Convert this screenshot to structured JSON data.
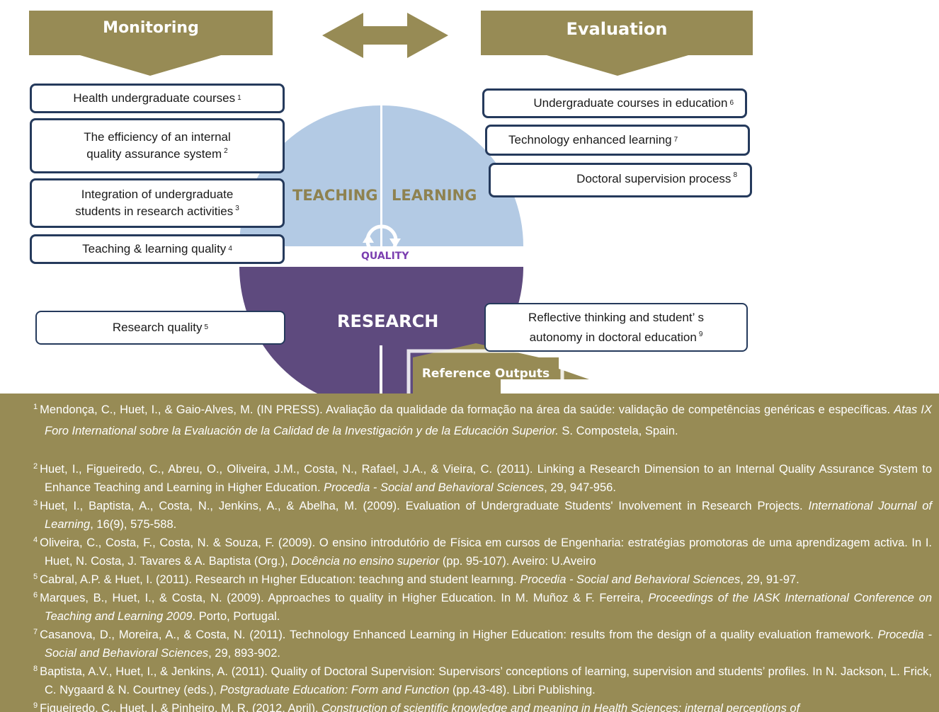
{
  "header": {
    "left_title": "Monitoring",
    "right_title": "Evaluation"
  },
  "circle": {
    "teaching": "TEACHING",
    "learning": "LEARNING",
    "quality": "QUALITY",
    "research": "RESEARCH"
  },
  "monitoring_boxes": [
    {
      "text": "Health undergraduate courses",
      "ref": "1"
    },
    {
      "line1": "The efficiency of an internal",
      "line2": "quality assurance system",
      "ref": "2"
    },
    {
      "line1": "Integration of undergraduate",
      "line2": "students in research activities",
      "ref": "3"
    },
    {
      "text": "Teaching & learning quality",
      "ref": "4"
    },
    {
      "text": "Research quality",
      "ref": "5"
    }
  ],
  "evaluation_boxes": [
    {
      "text": "Undergraduate courses in education",
      "ref": "6"
    },
    {
      "text": "Technology enhanced learning",
      "ref": "7"
    },
    {
      "text": "Doctoral supervision process",
      "ref": "8"
    },
    {
      "line1": "Reflective thinking and student’ s",
      "line2": "autonomy in doctoral education",
      "ref": "9"
    }
  ],
  "reference_outputs_label": "Reference Outputs",
  "references": [
    {
      "num": "1",
      "pre": "Mendonça, C., Huet, I., & Gaio-Alves, M. (IN PRESS). Avaliação da qualidade da formação na área da saúde: validação de competências genéricas e específicas. ",
      "italic": "Atas IX Foro International sobre la Evaluación de la Calidad de la Investigación y de la Educación Superior.",
      "post": " S. Compostela, Spain."
    },
    {
      "num": "2",
      "pre": "Huet, I., Figueiredo, C., Abreu, O., Oliveira, J.M., Costa, N., Rafael, J.A., & Vieira, C. (2011). Linking a Research Dimension to an Internal Quality Assurance System to Enhance Teaching and Learning in Higher Education. ",
      "italic": "Procedia - Social and Behavioral Sciences",
      "post": ", 29, 947-956."
    },
    {
      "num": "3",
      "pre": "Huet, I., Baptista, A., Costa, N., Jenkins, A., & Abelha, M. (2009). Evaluation of Undergraduate Students' Involvement in Research Projects. ",
      "italic": "International Journal of Learning",
      "post": ", 16(9), 575-588."
    },
    {
      "num": "4",
      "pre": "Oliveira, C., Costa, F., Costa, N. & Souza, F. (2009). O ensino introdutório de Física em cursos de Engenharia: estratégias promotoras de uma aprendizagem activa. In I. Huet, N. Costa, J. Tavares & A. Baptista (Org.), ",
      "italic": "Docência no ensino superior",
      "post": " (pp. 95-107). Aveiro: U.Aveiro"
    },
    {
      "num": "5",
      "pre": "Cabral, A.P. & Huet, I. (2011). Research ın Hıgher Educatıon: teachıng and student learnıng. ",
      "italic": "Procedia - Social and Behavioral Sciences",
      "post": ", 29, 91-97."
    },
    {
      "num": "6",
      "pre": "Marques, B., Huet, I., & Costa, N. (2009). Approaches to quality in Higher Education. In M. Muñoz & F. Ferreira, ",
      "italic": "Proceedings of the IASK International Conference on Teaching and Learning 2009",
      "post": ". Porto, Portugal."
    },
    {
      "num": "7",
      "pre": "Casanova, D., Moreira, A., & Costa, N. (2011). Technology Enhanced Learning in Higher Education: results from the design of a quality evaluation framework. ",
      "italic": "Procedia  - Social and Behavioral Sciences",
      "post": ", 29, 893-902."
    },
    {
      "num": "8",
      "pre": "Baptista, A.V., Huet, I., & Jenkins, A. (2011). Quality of Doctoral Supervision: Supervisors’ conceptions of learning, supervision and students’ profiles. In N. Jackson, L. Frick, C. Nygaard & N. Courtney (eds.), ",
      "italic": "Postgraduate Education: Form and Function",
      "post": " (pp.43-48). Libri Publishing."
    },
    {
      "num": "9",
      "pre": "Figueiredo, C., Huet, I. & Pinheiro, M. R. (2012, April). ",
      "italic": "Construction of scientific knowledge and meaning in Health Sciences: internal perceptions of",
      "post": ""
    }
  ],
  "colors": {
    "olive": "#978b55",
    "teaching_blue": "#b3cae4",
    "research_purple": "#5e4a7e",
    "box_border": "#253a5c",
    "quality_text": "#7b3fb0"
  }
}
